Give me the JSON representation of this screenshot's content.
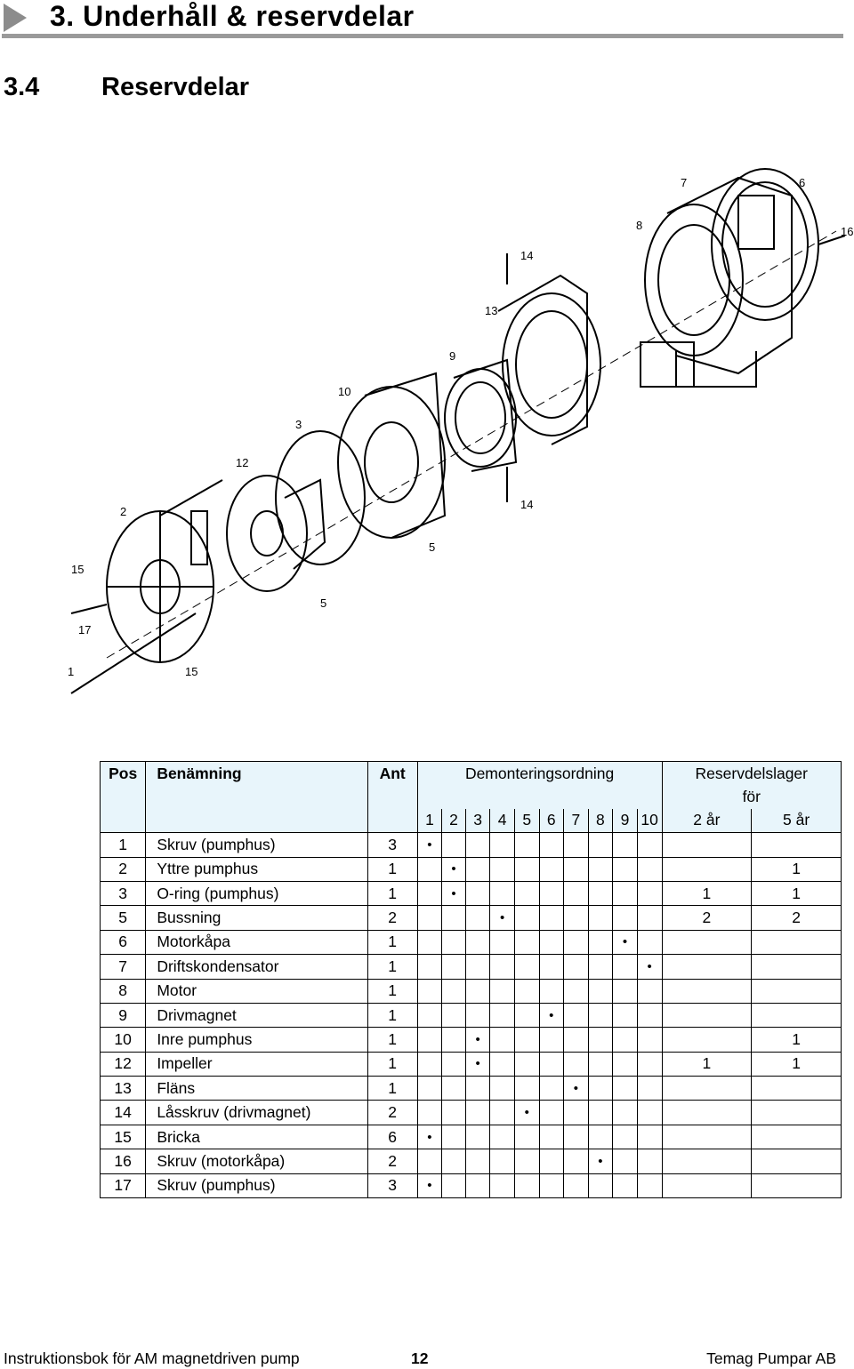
{
  "header": {
    "title": "3. Underhåll & reservdelar"
  },
  "section": {
    "number": "3.4",
    "title": "Reservdelar"
  },
  "drawing": {
    "labels": [
      "1",
      "2",
      "3",
      "5",
      "5",
      "6",
      "7",
      "8",
      "9",
      "10",
      "12",
      "13",
      "14",
      "14",
      "15",
      "15",
      "16",
      "17"
    ]
  },
  "table": {
    "headers": {
      "pos": "Pos",
      "name": "Benämning",
      "qty": "Ant",
      "disassembly": "Demonteringsordning",
      "spares_line1": "Reservdelslager",
      "spares_line2": "för",
      "steps": [
        "1",
        "2",
        "3",
        "4",
        "5",
        "6",
        "7",
        "8",
        "9",
        "10"
      ],
      "years": [
        "2 år",
        "5 år"
      ]
    },
    "dot_symbol": "•",
    "rows": [
      {
        "pos": "1",
        "name": "Skruv (pumphus)",
        "qty": "3",
        "step": 1,
        "y2": "",
        "y5": ""
      },
      {
        "pos": "2",
        "name": "Yttre pumphus",
        "qty": "1",
        "step": 2,
        "y2": "",
        "y5": "1"
      },
      {
        "pos": "3",
        "name": "O-ring (pumphus)",
        "qty": "1",
        "step": 2,
        "y2": "1",
        "y5": "1"
      },
      {
        "pos": "5",
        "name": "Bussning",
        "qty": "2",
        "step": 4,
        "y2": "2",
        "y5": "2"
      },
      {
        "pos": "6",
        "name": "Motorkåpa",
        "qty": "1",
        "step": 9,
        "y2": "",
        "y5": ""
      },
      {
        "pos": "7",
        "name": "Driftskondensator",
        "qty": "1",
        "step": 10,
        "y2": "",
        "y5": ""
      },
      {
        "pos": "8",
        "name": "Motor",
        "qty": "1",
        "step": 0,
        "y2": "",
        "y5": ""
      },
      {
        "pos": "9",
        "name": "Drivmagnet",
        "qty": "1",
        "step": 6,
        "y2": "",
        "y5": ""
      },
      {
        "pos": "10",
        "name": "Inre pumphus",
        "qty": "1",
        "step": 3,
        "y2": "",
        "y5": "1"
      },
      {
        "pos": "12",
        "name": "Impeller",
        "qty": "1",
        "step": 3,
        "y2": "1",
        "y5": "1"
      },
      {
        "pos": "13",
        "name": "Fläns",
        "qty": "1",
        "step": 7,
        "y2": "",
        "y5": ""
      },
      {
        "pos": "14",
        "name": "Låsskruv (drivmagnet)",
        "qty": "2",
        "step": 5,
        "y2": "",
        "y5": ""
      },
      {
        "pos": "15",
        "name": "Bricka",
        "qty": "6",
        "step": 1,
        "y2": "",
        "y5": ""
      },
      {
        "pos": "16",
        "name": "Skruv (motorkåpa)",
        "qty": "2",
        "step": 8,
        "y2": "",
        "y5": ""
      },
      {
        "pos": "17",
        "name": "Skruv (pumphus)",
        "qty": "3",
        "step": 1,
        "y2": "",
        "y5": ""
      }
    ]
  },
  "footer": {
    "left": "Instruktionsbok för AM magnetdriven pump",
    "page": "12",
    "right": "Temag Pumpar AB"
  }
}
